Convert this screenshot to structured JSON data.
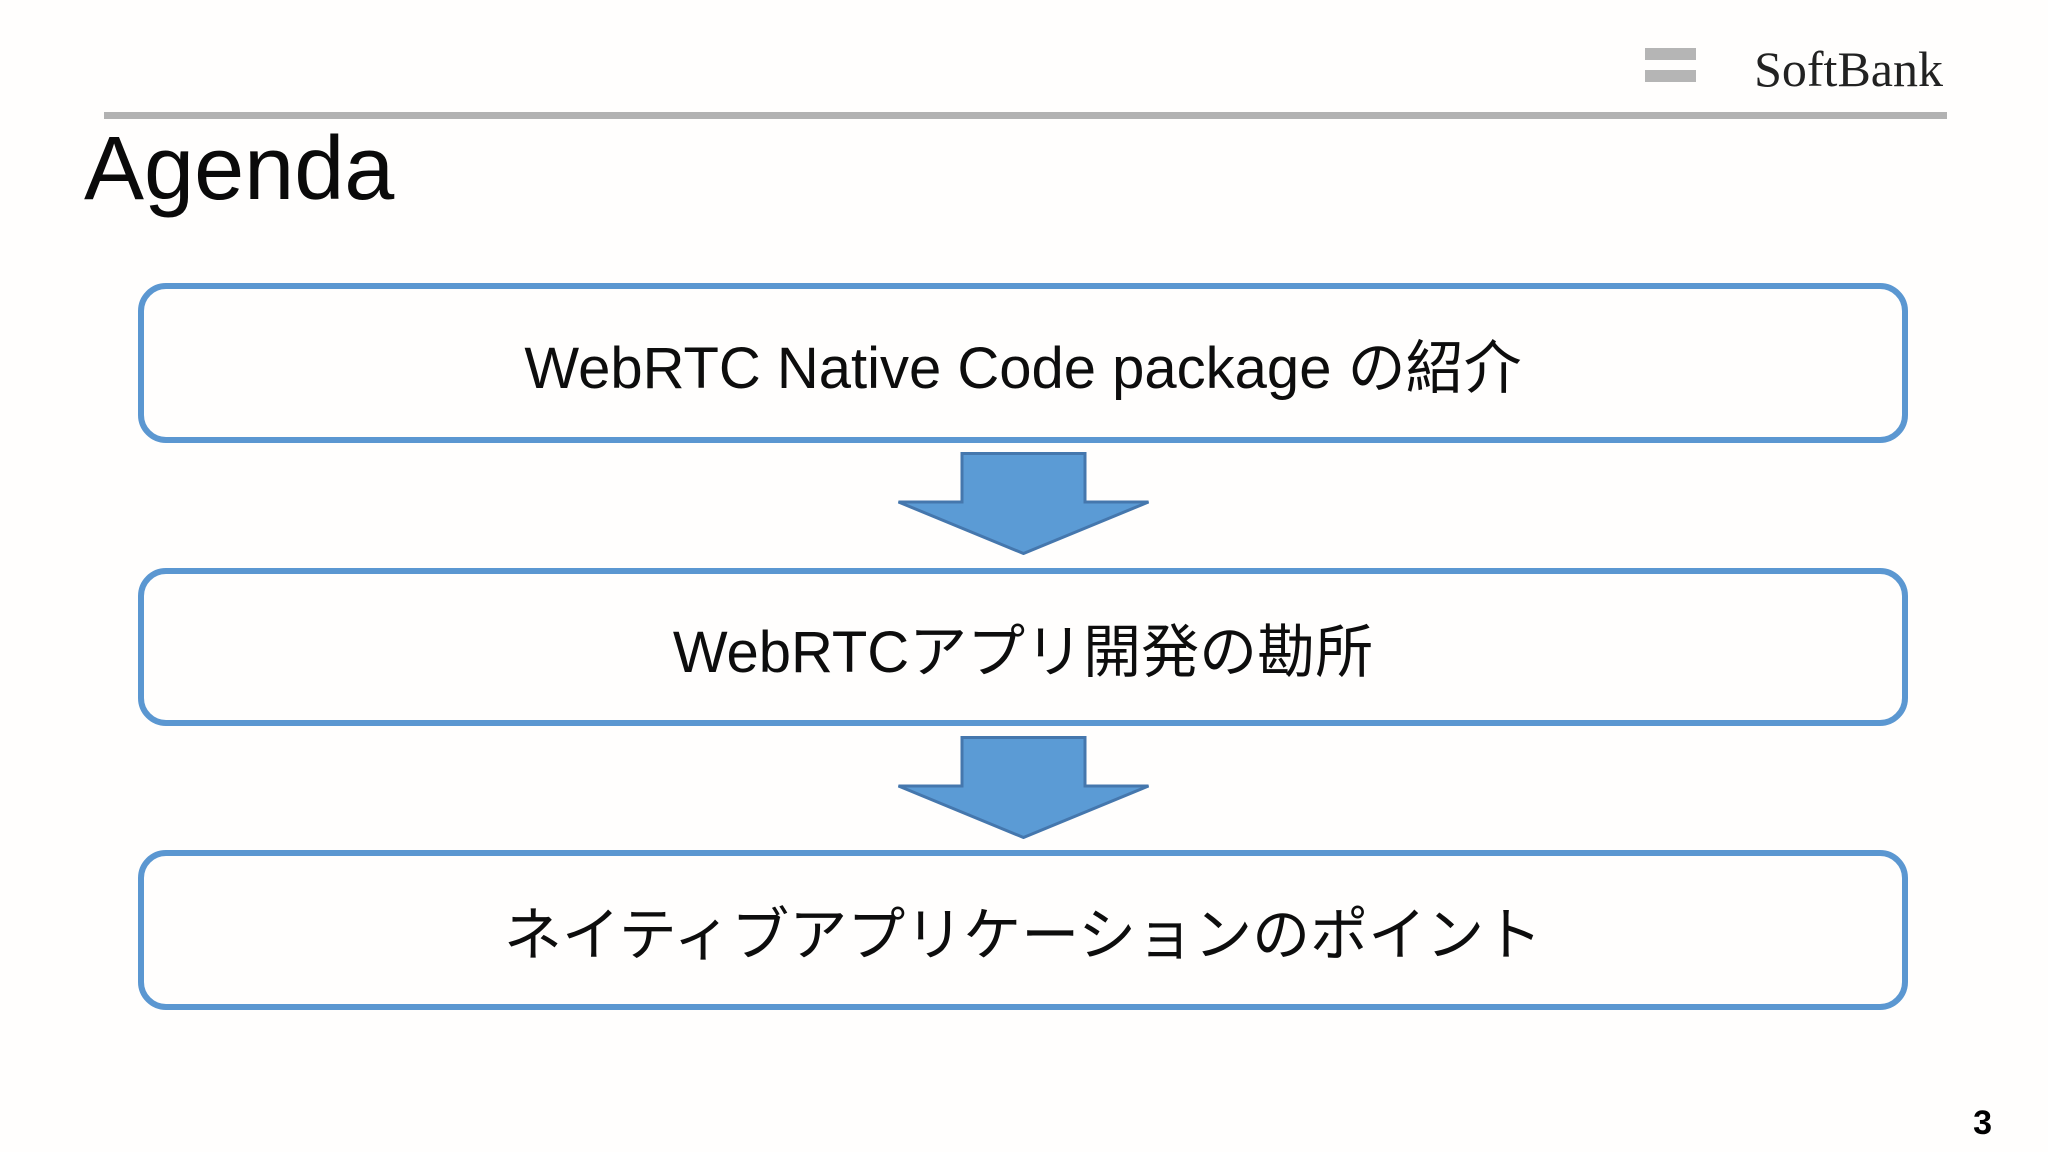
{
  "header": {
    "brand": "SoftBank",
    "title": "Agenda"
  },
  "flow": {
    "items": [
      {
        "label": "WebRTC Native Code package の紹介"
      },
      {
        "label": "WebRTCアプリ開発の勘所"
      },
      {
        "label": "ネイティブアプリケーションのポイント"
      }
    ],
    "connector_icon": "down-arrow-icon"
  },
  "footer": {
    "page_number": "3"
  },
  "colors": {
    "accent_blue": "#5b9bd5",
    "box_border": "#5b97d1",
    "arrow_outline": "#4577ad",
    "divider_gray": "#b2b2b2",
    "logo_gray": "#b5b5b5",
    "text_black": "#0d0d0d"
  }
}
